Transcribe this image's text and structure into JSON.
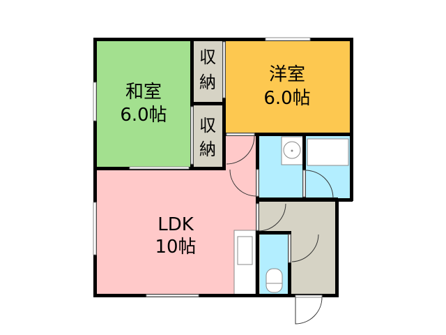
{
  "floor_plan": {
    "rooms": {
      "washitsu": {
        "name": "和室",
        "size": "6.0帖",
        "color": "#a3e08f"
      },
      "yoshitsu": {
        "name": "洋室",
        "size": "6.0帖",
        "color": "#fdc850"
      },
      "ldk": {
        "name": "LDK",
        "size": "10帖",
        "color": "#ffc9c9"
      },
      "storage_top": {
        "line1": "収",
        "line2": "納",
        "color": "#d6d3c5"
      },
      "storage_bottom": {
        "line1": "収",
        "line2": "納",
        "color": "#d6d3c5"
      },
      "wet_areas_color": "#b3eeff",
      "entrance_color": "#d6d3c5"
    }
  }
}
